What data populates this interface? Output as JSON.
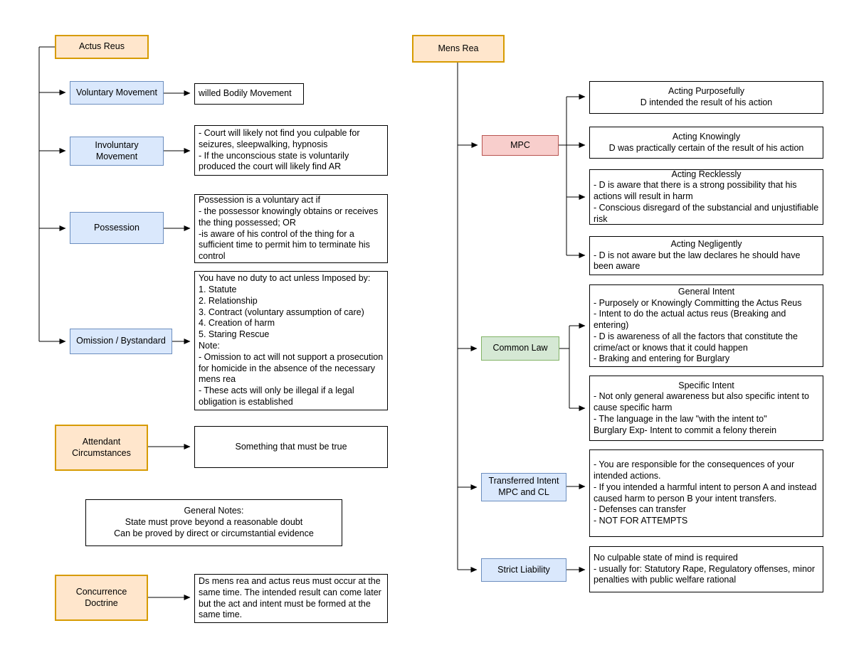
{
  "palette": {
    "topic_fill": "#FFE6CC",
    "topic_border": "#D79B00",
    "sub_fill": "#DAE8FC",
    "sub_border": "#6C8EBF",
    "mpc_fill": "#F8CECC",
    "mpc_border": "#B85450",
    "common_fill": "#D5E8D4",
    "common_border": "#82B366",
    "note_fill": "#FFFFFF",
    "line": "#000000"
  },
  "nodes": {
    "actus_reus": {
      "label": "Actus Reus"
    },
    "voluntary": {
      "label": "Voluntary Movement"
    },
    "willed": {
      "text": "willed Bodily Movement"
    },
    "involuntary": {
      "label": "Involuntary\nMovement"
    },
    "involuntary_note": {
      "text": "- Court will likely not find you culpable for seizures, sleepwalking, hypnosis\n- If the unconscious state is voluntarily produced the court will likely find AR"
    },
    "possession": {
      "label": "Possession"
    },
    "possession_note": {
      "text": "Possession is a voluntary act if\n- the possessor knowingly obtains or receives the thing possessed; OR\n-is aware of his control of the thing for a sufficient time to permit him to terminate his control"
    },
    "omission": {
      "label": "Omission / Bystandard"
    },
    "omission_note": {
      "text": "You have no duty to act unless Imposed by:\n1. Statute\n2. Relationship\n3. Contract (voluntary assumption of care)\n4. Creation of harm\n5. Staring Rescue\nNote:\n- Omission to act will not support a prosecution for homicide in the absence of the necessary mens rea\n- These acts will only be illegal if a legal obligation is established"
    },
    "attendant": {
      "label": "Attendant\nCircumstances"
    },
    "attendant_note": {
      "text": "Something that must be true"
    },
    "general_notes": {
      "text": "General Notes:\nState must prove beyond a reasonable doubt\nCan be proved by direct or circumstantial evidence"
    },
    "concurrence": {
      "label": "Concurrence\nDoctrine"
    },
    "concurrence_note": {
      "text": "Ds mens rea and actus reus must occur at the same time. The intended result can come later but the act and intent must be formed at the same time."
    },
    "mens_rea": {
      "label": "Mens Rea"
    },
    "mpc": {
      "label": "MPC"
    },
    "purposefully": {
      "title": "Acting Purposefully",
      "body": "D intended the result of his action"
    },
    "knowingly": {
      "title": "Acting Knowingly",
      "body": "D was practically certain of the result of his action"
    },
    "recklessly": {
      "title": "Acting Recklessly",
      "body": "- D is aware that there is a strong possibility that his actions will result in harm\n- Conscious disregard of the substancial and unjustifiable risk"
    },
    "negligently": {
      "title": "Acting Negligently",
      "body": "- D is not aware but the law declares he should have been aware"
    },
    "common_law": {
      "label": "Common Law"
    },
    "general_intent": {
      "title": "General Intent",
      "body": "- Purposely or Knowingly Committing the Actus Reus\n- Intent to do the actual actus reus (Breaking and entering)\n- D is awareness of all the factors that constitute the crime/act or knows that it could happen\n- Braking and entering for Burglary"
    },
    "specific_intent": {
      "title": "Specific Intent",
      "body": "- Not only general awareness but also specific intent to cause specific harm\n- The language in the law \"with the intent to\"\nBurglary Exp- Intent to commit a felony therein"
    },
    "transferred": {
      "label": "Transferred Intent\nMPC and CL"
    },
    "transferred_note": {
      "text": "- You are responsible for the consequences of your intended actions.\n- If you intended a harmful intent to person A and instead caused harm to person B your intent transfers.\n- Defenses can transfer\n- NOT FOR ATTEMPTS"
    },
    "strict": {
      "label": "Strict Liability"
    },
    "strict_note": {
      "text": "No culpable state of mind is required\n- usually for: Statutory Rape, Regulatory offenses, minor penalties with public welfare rational"
    }
  }
}
